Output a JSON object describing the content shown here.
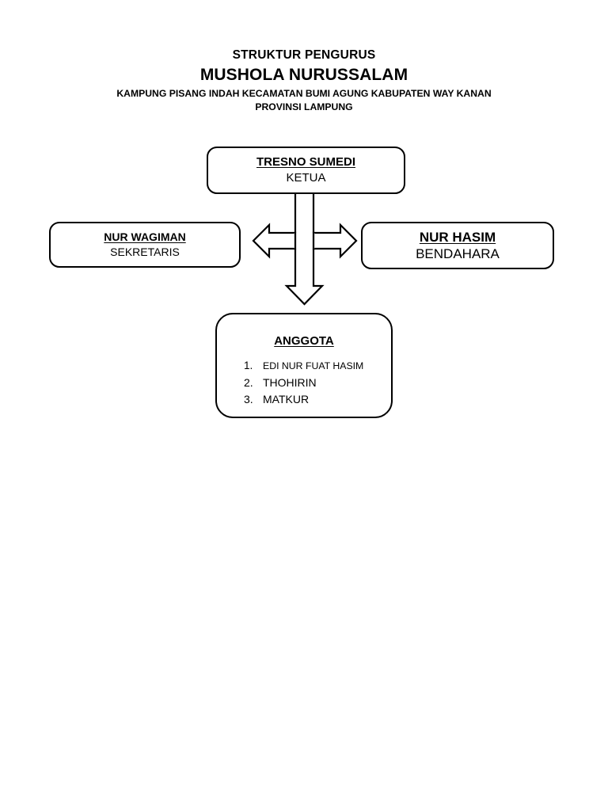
{
  "header": {
    "line1": "STRUKTUR PENGURUS",
    "line2": "MUSHOLA NURUSSALAM",
    "line3": "KAMPUNG PISANG INDAH KECAMATAN BUMI AGUNG KABUPATEN WAY KANAN",
    "line4": "PROVINSI LAMPUNG"
  },
  "chart": {
    "type": "org-chart",
    "nodes": {
      "ketua": {
        "name": "TRESNO SUMEDI",
        "role": "KETUA"
      },
      "sekretaris": {
        "name": "NUR WAGIMAN",
        "role": "SEKRETARIS"
      },
      "bendahara": {
        "name": "NUR HASIM",
        "role": "BENDAHARA"
      },
      "anggota": {
        "title": "ANGGOTA",
        "members": [
          {
            "num": "1.",
            "name": "EDI NUR FUAT HASIM"
          },
          {
            "num": "2.",
            "name": "THOHIRIN"
          },
          {
            "num": "3.",
            "name": "MATKUR"
          }
        ]
      }
    },
    "connector": {
      "shape": "cross-double-arrow",
      "directions": [
        "left",
        "right",
        "down"
      ]
    },
    "colors": {
      "stroke": "#000000",
      "fill": "#ffffff",
      "text": "#000000"
    }
  }
}
